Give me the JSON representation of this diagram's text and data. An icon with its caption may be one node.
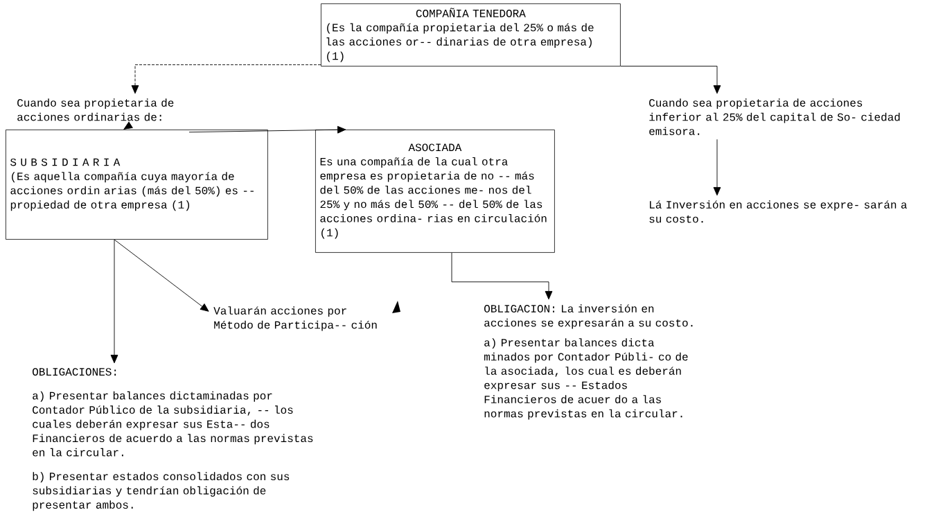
{
  "diagram": {
    "nodes": [
      {
        "text": [
          "COMPAÑIA TENEDORA",
          "(Es la compañía propietaria del 25% o más de las acciones or-- dinarias de otra empresa) (1)"
        ]
      },
      {
        "text": [
          "Cuando sea propietaria de acciones ordinarias de:"
        ]
      },
      {
        "text": [
          "S U B S I D I A R I A",
          "(Es aquella compañía cuya mayoría de acciones ordin arias (más del 50%) es -- propiedad de otra empresa (1)"
        ]
      },
      {
        "text": [
          "ASOCIADA",
          "Es una compañía de la cual otra empresa es propietaria de no -- más del 50% de las acciones me- nos del 25% y no más del 50% -- del 50% de las acciones ordina- rias en circulación (1)"
        ]
      },
      {
        "text": [
          "Cuando sea propietaria de acciones inferior al 25% del capital de So- ciedad emisora."
        ]
      },
      {
        "text": [
          "Lá Inversión en acciones se expre- sarán a su costo."
        ]
      },
      {
        "text": [
          "Valuarán acciones por Método de Participa-- ción"
        ]
      },
      {
        "text": [
          "OBLIGACIONES:",
          "a) Presentar balances dictaminadas por Contador Público de la subsidiaria, -- los cuales deberán expresar sus Esta-- dos Financieros de acuerdo a las normas previstas en la circular.",
          "b) Presentar estados consolidados con sus subsidiarias y tendrían obligación de presentar ambos."
        ]
      },
      {
        "text": [
          "OBLIGACION: La inversión en acciones se expresarán a su costo.",
          "a) Presentar balances dicta minados por Contador Públi- co de la asociada, los cual es deberán expresar sus -- Estados Financieros de acuer do a las normas previstas en la circular."
        ]
      }
    ],
    "edges": [
      {
        "from": 0,
        "to": 1,
        "arrow": "to",
        "style": "dashed"
      },
      {
        "from": 0,
        "to": 4,
        "arrow": "to"
      },
      {
        "from": 1,
        "to": 2,
        "arrow": "to"
      },
      {
        "from": 1,
        "to": 3,
        "arrow": "to"
      },
      {
        "from": 4,
        "to": 5,
        "arrow": "to"
      },
      {
        "from": 2,
        "to": 7,
        "arrow": "to"
      },
      {
        "from": 2,
        "to": 6,
        "arrow": "to"
      },
      {
        "from": 3,
        "to": 8,
        "arrow": "to"
      }
    ]
  }
}
